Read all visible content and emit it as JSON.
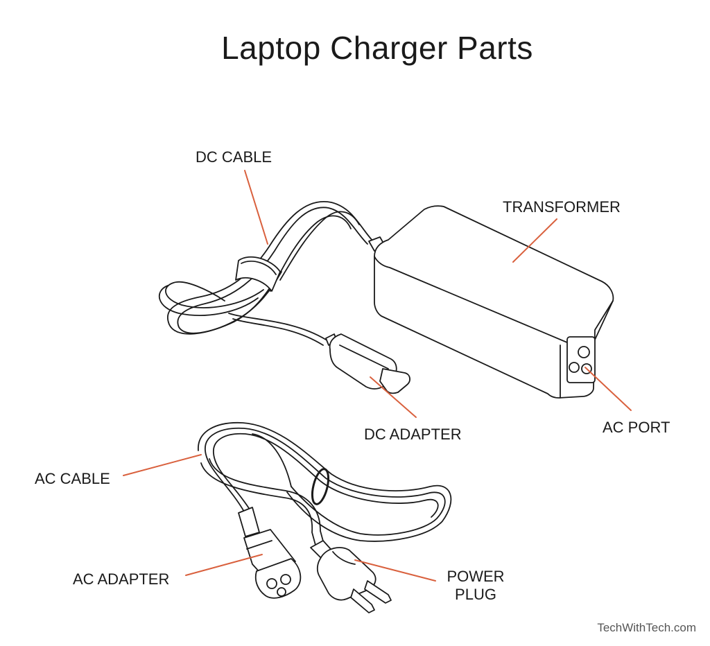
{
  "title": "Laptop Charger Parts",
  "colors": {
    "leader_line": "#d9603d",
    "outline": "#1a1a1a",
    "background": "#ffffff"
  },
  "labels": {
    "dc_cable": "DC CABLE",
    "transformer": "TRANSFORMER",
    "dc_adapter": "DC ADAPTER",
    "ac_port": "AC PORT",
    "ac_cable": "AC CABLE",
    "ac_adapter": "AC ADAPTER",
    "power_plug_line1": "POWER",
    "power_plug_line2": "PLUG"
  },
  "credit": "TechWithTech.com"
}
